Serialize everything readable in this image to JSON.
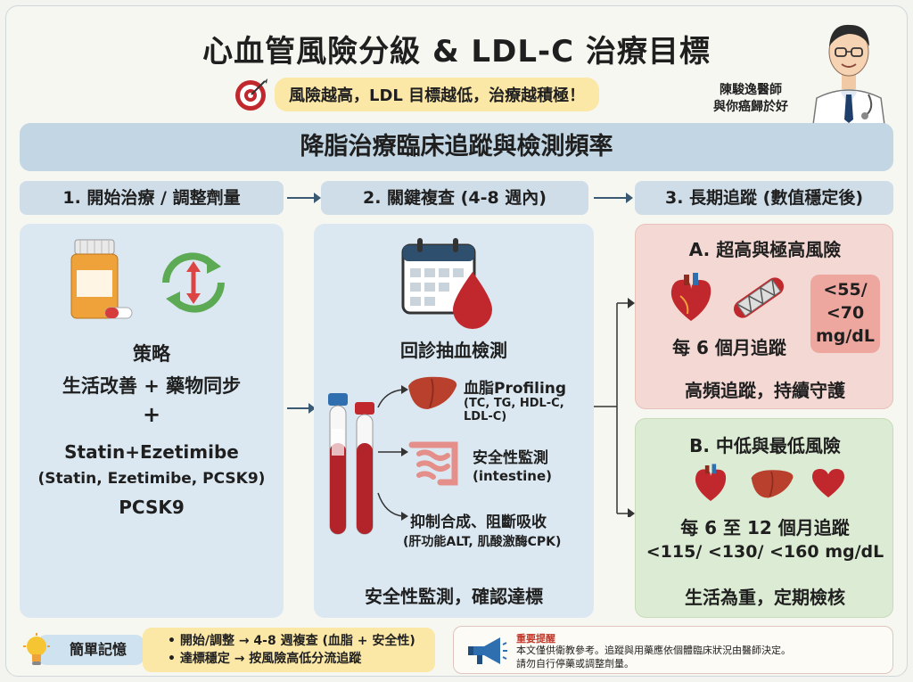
{
  "header": {
    "title": "心血管風險分級 & LDL-C 治療目標",
    "subtitle": "風險越高，LDL 目標越低，治療越積極！",
    "doctor_name_line1": "陳駿逸醫師",
    "doctor_name_line2": "與你癌歸於好"
  },
  "banner": {
    "title": "降脂治療臨床追蹤與檢測頻率"
  },
  "steps": [
    {
      "label": "1. 開始治療 / 調整劑量"
    },
    {
      "label": "2. 關鍵複查 (4-8 週內)"
    },
    {
      "label": "3. 長期追蹤 (數值穩定後)"
    }
  ],
  "step1": {
    "strategy_title": "策略",
    "line1": "生活改善 + 藥物同步",
    "plus": "+",
    "line2": "Statin+Ezetimibe",
    "line3": "(Statin, Ezetimibe, PCSK9)",
    "line4": "PCSK9"
  },
  "step2": {
    "title": "回診抽血檢測",
    "item1_title": "血脂Profiling",
    "item1_sub": "(TC, TG, HDL-C, LDL-C)",
    "item2_title": "安全性監測",
    "item2_sub": "(intestine)",
    "item3_title": "抑制合成、阻斷吸收",
    "item3_sub": "(肝功能ALT, 肌酸激酶CPK)",
    "footer": "安全性監測，確認達標"
  },
  "panelA": {
    "title": "A. 超高與極高風險",
    "target_line1": "<55/",
    "target_line2": "<70",
    "target_line3": "mg/dL",
    "frequency": "每 6 個月追蹤",
    "footer": "高頻追蹤，持續守護"
  },
  "panelB": {
    "title": "B. 中低與最低風險",
    "frequency": "每 6 至 12 個月追蹤",
    "targets": "<115/ <130/ <160 mg/dL",
    "footer": "生活為重，定期檢核"
  },
  "memo": {
    "label": "簡單記憶",
    "line1": "開始/調整 → 4-8 週複查 (血脂 + 安全性)",
    "line2": "達標穩定 → 按風險高低分流追蹤"
  },
  "notice": {
    "title": "重要提醒",
    "line1": "本文僅供衛教參考。追蹤與用藥應依個體臨床狀況由醫師決定。",
    "line2": "請勿自行停藥或調整劑量。"
  },
  "colors": {
    "banner": "#c2d6e3",
    "panel_blue": "#dbe8f1",
    "panel_red": "#f4d8d4",
    "panel_green": "#dcebd3",
    "highlight_yellow": "#fbe7a6",
    "blood_red": "#c0282d"
  }
}
